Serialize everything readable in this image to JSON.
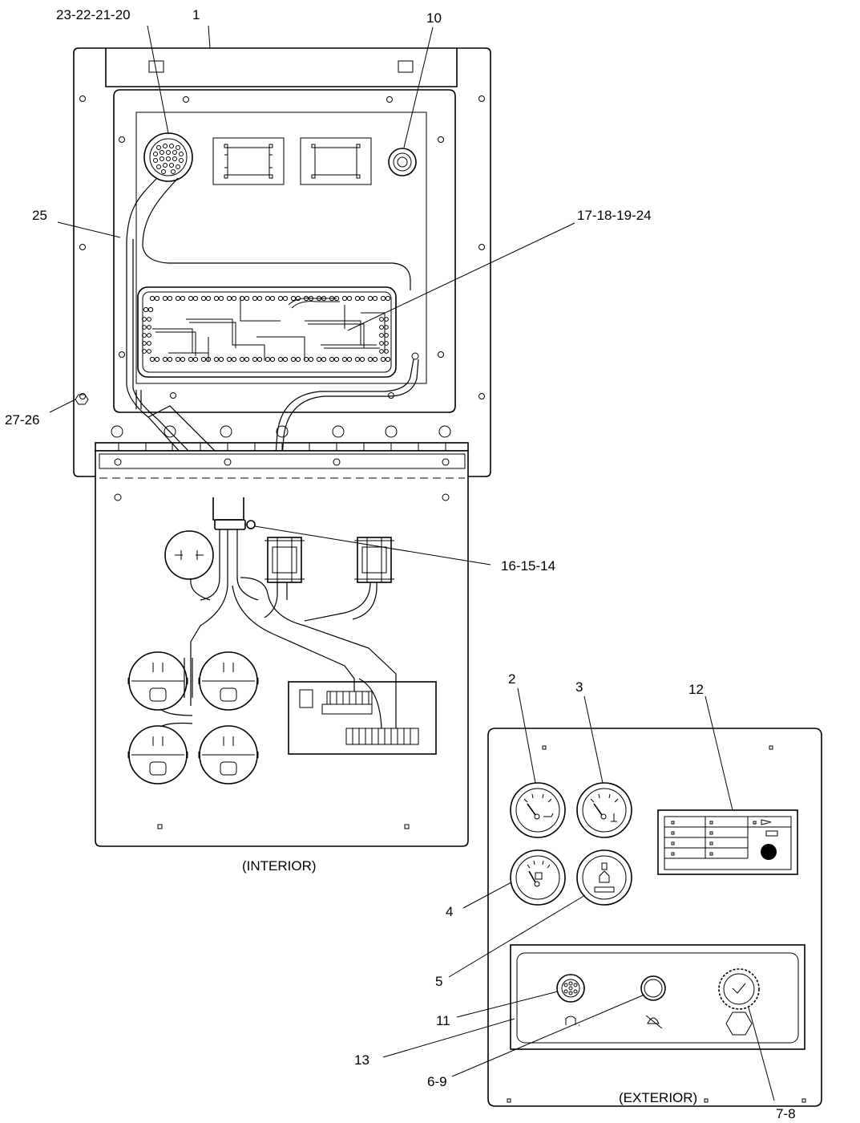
{
  "callouts": {
    "c_23_22_21_20": "23-22-21-20",
    "c_1": "1",
    "c_10": "10",
    "c_25": "25",
    "c_17_18_19_24": "17-18-19-24",
    "c_27_26": "27-26",
    "c_16_15_14": "16-15-14",
    "c_2": "2",
    "c_3": "3",
    "c_12": "12",
    "c_4": "4",
    "c_5": "5",
    "c_11": "11",
    "c_13": "13",
    "c_6_9": "6-9",
    "c_7_8": "7-8"
  },
  "captions": {
    "interior": "(INTERIOR)",
    "exterior": "(EXTERIOR)"
  }
}
